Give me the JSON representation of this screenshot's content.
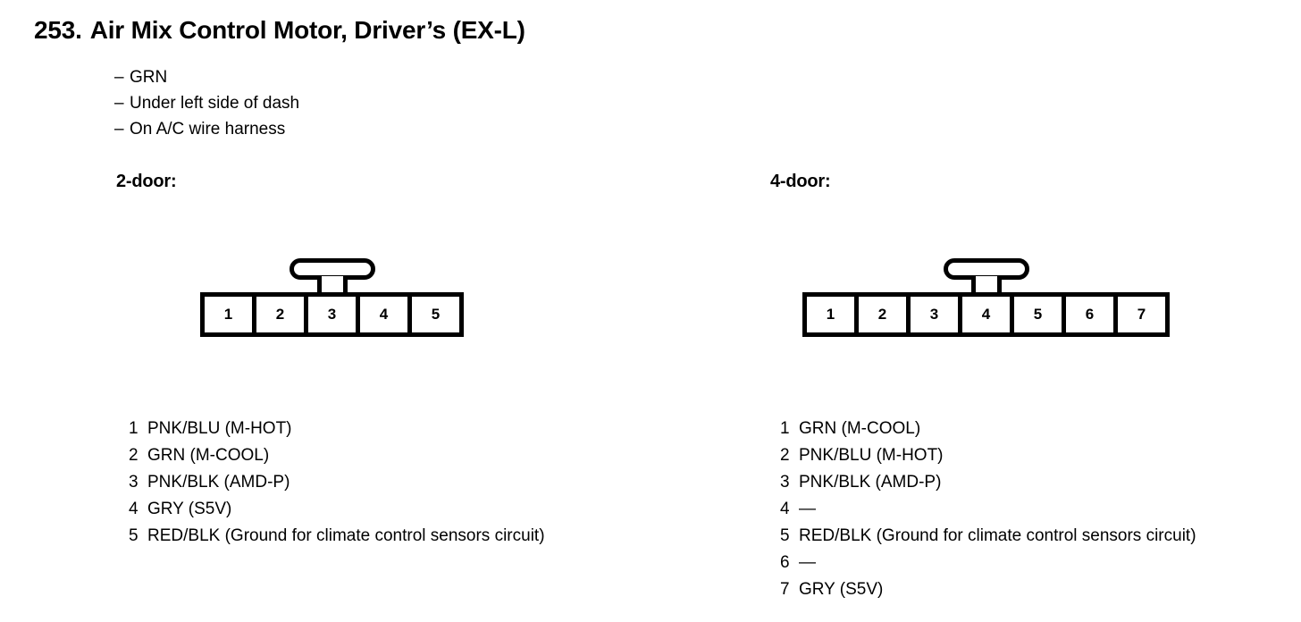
{
  "document": {
    "title_number": "253.",
    "title_text": "Air Mix Control Motor, Driver’s (EX-L)",
    "notes": [
      {
        "dash": "–",
        "text": "GRN"
      },
      {
        "dash": "–",
        "text": "Under left side of dash"
      },
      {
        "dash": "–",
        "text": "On A/C wire harness"
      }
    ],
    "ink_color": "#000000",
    "background_color": "#ffffff"
  },
  "variants": [
    {
      "heading": "2-door:",
      "connector": {
        "pin_count": 5,
        "pins": [
          "1",
          "2",
          "3",
          "4",
          "5"
        ],
        "latch_over_pin": 3
      },
      "pin_list": [
        {
          "number": "1",
          "text": "PNK/BLU (M-HOT)"
        },
        {
          "number": "2",
          "text": "GRN (M-COOL)"
        },
        {
          "number": "3",
          "text": "PNK/BLK (AMD-P)"
        },
        {
          "number": "4",
          "text": "GRY (S5V)"
        },
        {
          "number": "5",
          "text": "RED/BLK (Ground for climate control sensors circuit)"
        }
      ]
    },
    {
      "heading": "4-door:",
      "connector": {
        "pin_count": 7,
        "pins": [
          "1",
          "2",
          "3",
          "4",
          "5",
          "6",
          "7"
        ],
        "latch_over_pin": 4
      },
      "pin_list": [
        {
          "number": "1",
          "text": "GRN (M-COOL)"
        },
        {
          "number": "2",
          "text": "PNK/BLU (M-HOT)"
        },
        {
          "number": "3",
          "text": "PNK/BLK (AMD-P)"
        },
        {
          "number": "4",
          "text": "—"
        },
        {
          "number": "5",
          "text": "RED/BLK (Ground for climate control sensors circuit)"
        },
        {
          "number": "6",
          "text": "—"
        },
        {
          "number": "7",
          "text": "GRY (S5V)"
        }
      ]
    }
  ]
}
